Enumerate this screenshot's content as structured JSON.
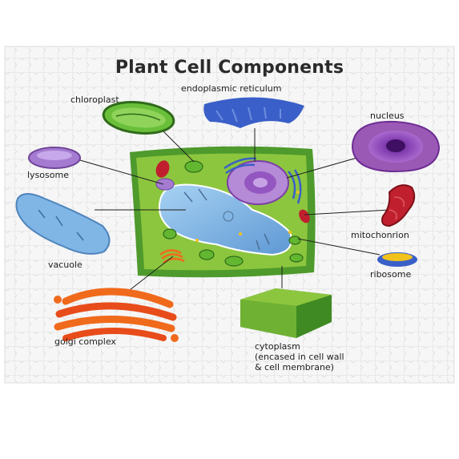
{
  "title": "Plant Cell Components",
  "labels": {
    "chloroplast": "chloroplast",
    "endoplasmic_reticulum": "endoplasmic reticulum",
    "nucleus": "nucleus",
    "lysosome": "lysosome",
    "vacuole": "vacuole",
    "mitochondrion": "mitochonrion",
    "ribosome": "ribosome",
    "golgi_complex": "golgi complex",
    "cytoplasm": [
      "cytoplasm",
      "(encased in cell wall",
      "& cell membrane)"
    ]
  },
  "colors": {
    "background": "#f4f4f4",
    "cell_wall": "#4e9a2c",
    "cytoplasm": "#8cc63e",
    "vacuole": "#7fb6e6",
    "nucleus": "#9b59b6",
    "chloroplast": "#6abf3a",
    "er": "#3a5fc8",
    "mitochondrion": "#c0202e",
    "golgi": "#f06a1c",
    "lysosome": "#a57bd1",
    "ribosome": "#f1c21b"
  }
}
